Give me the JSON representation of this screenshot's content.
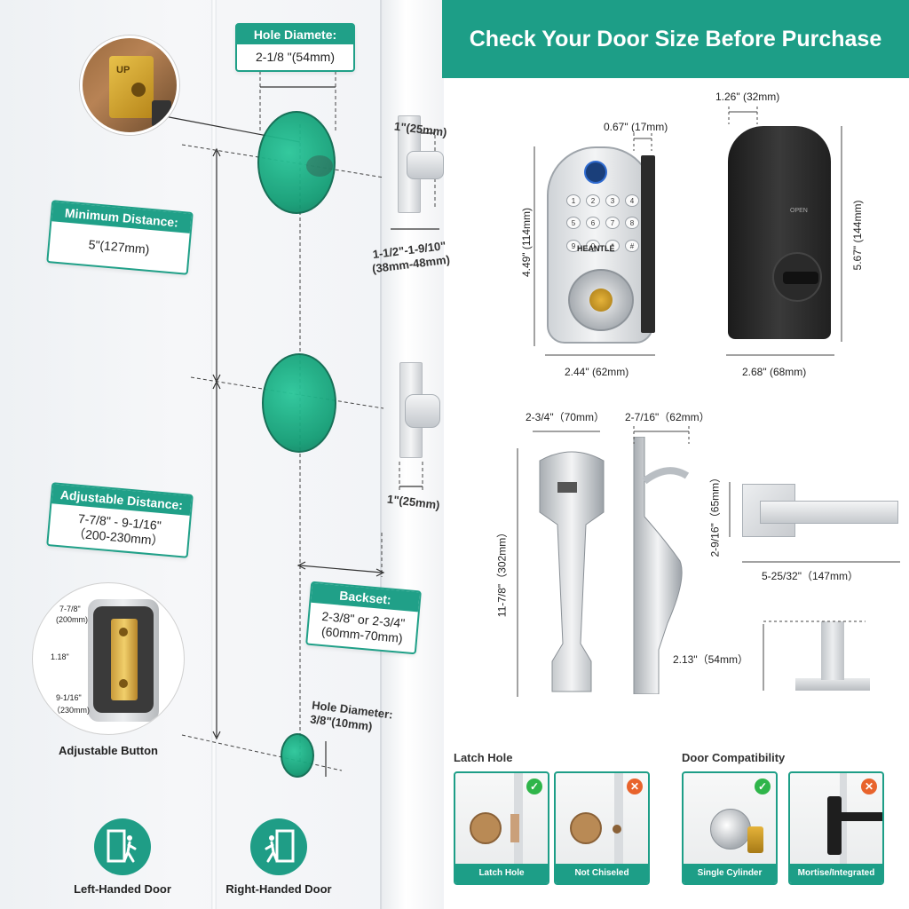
{
  "banner": {
    "title": "Check Your Door Size Before Purchase"
  },
  "door": {
    "hole_diameter_top": {
      "title": "Hole Diamete:",
      "value": "2-1/8 \"(54mm)"
    },
    "minimum_distance": {
      "title": "Minimum Distance:",
      "value": "5\"(127mm)"
    },
    "adjustable_distance": {
      "title": "Adjustable Distance:",
      "value_line1": "7-7/8\" - 9-1/16\"",
      "value_line2": "（200-230mm）"
    },
    "backset": {
      "title": "Backset:",
      "value_line1": "2-3/8\" or 2-3/4\"",
      "value_line2": "(60mm-70mm)"
    },
    "hole_diameter_bottom": {
      "line1": "Hole Diameter:",
      "line2": "3/8\"(10mm)"
    },
    "latch_width_top": "1\"(25mm)",
    "door_thickness_line1": "1-1/2\"-1-9/10\"",
    "door_thickness_line2": "(38mm-48mm)",
    "latch_width_bottom": "1\"(25mm)",
    "up_label": "UP",
    "adjustable_button": {
      "label": "Adjustable Button",
      "top_value": "7-7/8\"",
      "top_mm": "(200mm)",
      "mid_value": "1.18\"",
      "bottom_value": "9-1/16\"",
      "bottom_mm": "（230mm)"
    },
    "left_handed": "Left-Handed Door",
    "right_handed": "Right-Handed Door"
  },
  "deadbolt": {
    "top_depth": "0.67\" (17mm)",
    "height": "4.49\" (114mm)",
    "width": "2.44\" (62mm)",
    "brand": "HEANTLE",
    "keys": [
      "1",
      "2",
      "3",
      "4",
      "5",
      "6",
      "7",
      "8",
      "9",
      "0",
      "*",
      "#"
    ]
  },
  "interior": {
    "depth": "1.26\" (32mm)",
    "height": "5.67\" (144mm)",
    "width": "2.68\" (68mm)",
    "open_label": "OPEN"
  },
  "handleset": {
    "width": "2-3/4\"（70mm）",
    "depth": "2-7/16\"（62mm）",
    "height": "11-7/8\"（302mm）"
  },
  "lever": {
    "height": "2-9/16\"（65mm）",
    "length": "5-25/32\"（147mm）",
    "projection": "2.13\"（54mm）"
  },
  "latch_hole": {
    "title": "Latch Hole",
    "ok_caption": "Latch Hole",
    "no_caption": "Not Chiseled"
  },
  "door_compat": {
    "title": "Door Compatibility",
    "ok_caption": "Single Cylinder",
    "no_caption": "Mortise/Integrated"
  },
  "colors": {
    "accent": "#1d9e87",
    "ok": "#2fb54a",
    "no": "#e8632c",
    "hole": "#129c74"
  }
}
